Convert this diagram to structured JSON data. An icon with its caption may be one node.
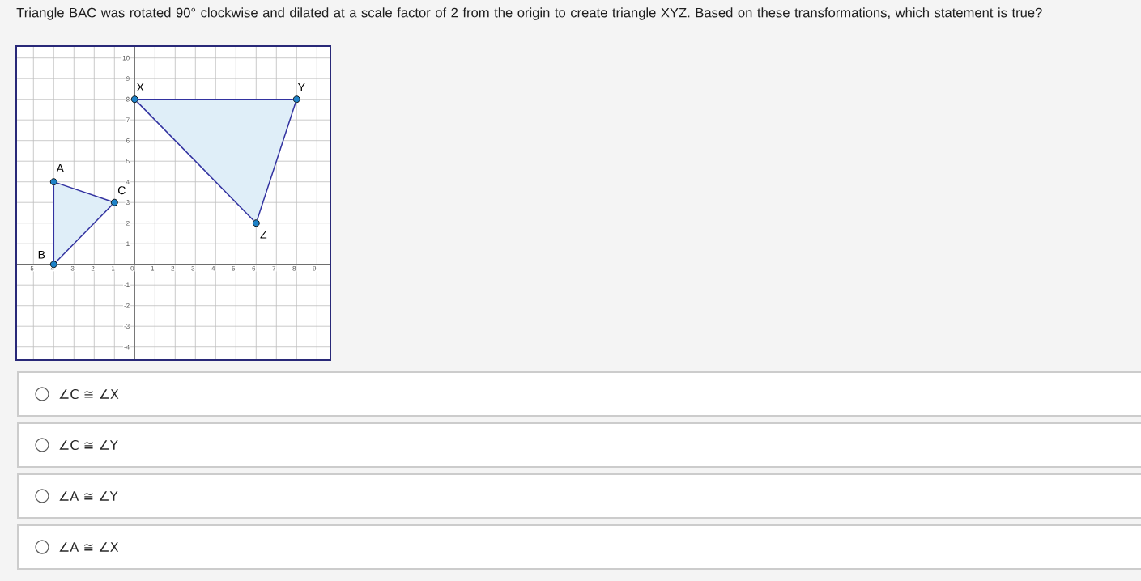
{
  "diagram": {
    "title": "Triangle BAC was rotated 90° clockwise and dilated at a scale factor of 2 from the origin to create triangle XYZ. Based on these transformations, which statement is true?",
    "nodes": [
      {
        "text": [],
        "shape": "circle",
        "beside": [
          "A"
        ]
      },
      {
        "text": [],
        "shape": "circle",
        "beside": [
          "C"
        ]
      },
      {
        "text": [],
        "shape": "circle",
        "beside": [
          "B"
        ]
      },
      {
        "text": [],
        "shape": "circle",
        "beside": [
          "X"
        ]
      },
      {
        "text": [],
        "shape": "circle",
        "beside": [
          "Y"
        ]
      },
      {
        "text": [],
        "shape": "circle",
        "beside": [
          "Z"
        ]
      },
      {
        "text": [
          "∠C ≅ ∠X"
        ]
      },
      {
        "text": [
          "∠C ≅ ∠Y"
        ]
      },
      {
        "text": [
          "∠A ≅ ∠Y"
        ]
      },
      {
        "text": [
          "∠A ≅ ∠X"
        ]
      }
    ],
    "edges": [
      {
        "from": 0,
        "to": 1,
        "arrow": "none"
      },
      {
        "from": 1,
        "to": 2,
        "arrow": "none"
      },
      {
        "from": 2,
        "to": 0,
        "arrow": "none"
      },
      {
        "from": 3,
        "to": 4,
        "arrow": "none"
      },
      {
        "from": 4,
        "to": 5,
        "arrow": "none"
      },
      {
        "from": 5,
        "to": 3,
        "arrow": "none"
      }
    ],
    "labels": [
      "10",
      "9",
      "8",
      "7",
      "6",
      "5",
      "4",
      "3",
      "2",
      "1",
      "-5",
      "-4",
      "-3",
      "-2",
      "-1",
      "0",
      "1",
      "2",
      "3",
      "4",
      "5",
      "6",
      "7",
      "8",
      "9",
      "-1",
      "-2",
      "-3",
      "-4"
    ]
  }
}
